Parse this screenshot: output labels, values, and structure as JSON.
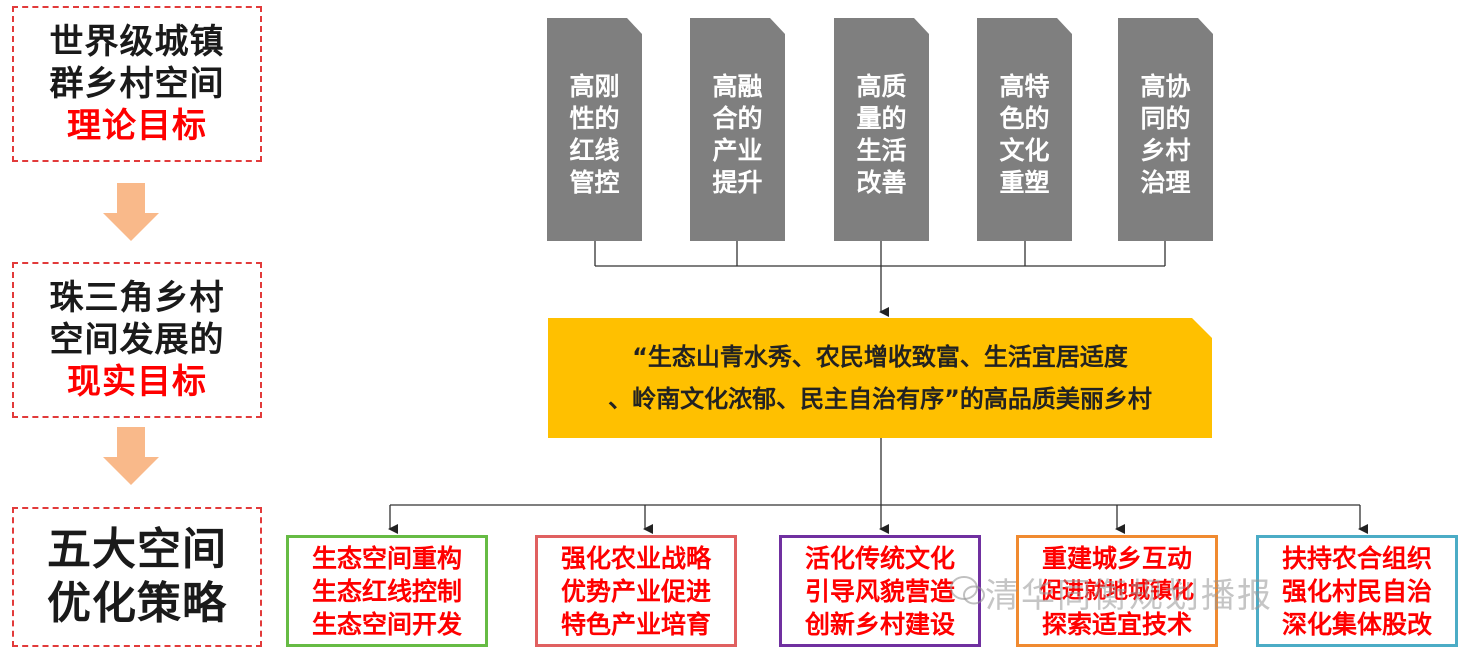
{
  "left_column": {
    "theory": {
      "line1": "世界级城镇",
      "line2": "群乡村空间",
      "emph": "理论目标"
    },
    "reality": {
      "line1": "珠三角乡村",
      "line2": "空间发展的",
      "emph": "现实目标"
    },
    "strategy": {
      "line1": "五大空间",
      "line2": "优化策略"
    }
  },
  "goals": [
    {
      "text": "高刚性的红线管控"
    },
    {
      "text": "高融合的产业提升"
    },
    {
      "text": "高质量的生活改善"
    },
    {
      "text": "高特色的文化重塑"
    },
    {
      "text": "高协同的乡村治理"
    }
  ],
  "banner": {
    "line1": "“生态山青水秀、农民增收致富、生活宜居适度",
    "line2": "、岭南文化浓郁、民主自治有序”的高品质美丽乡村"
  },
  "strategies": [
    {
      "color": "#66bb44",
      "lines": [
        "生态空间重构",
        "生态红线控制",
        "生态空间开发"
      ]
    },
    {
      "color": "#e06060",
      "lines": [
        "强化农业战略",
        "优势产业促进",
        "特色产业培育"
      ]
    },
    {
      "color": "#7030a0",
      "lines": [
        "活化传统文化",
        "引导风貌营造",
        "创新乡村建设"
      ]
    },
    {
      "color": "#f08a30",
      "lines": [
        "重建城乡互动",
        "促进就地城镇化",
        "探索适宜技术"
      ]
    },
    {
      "color": "#4bacc6",
      "lines": [
        "扶持农合组织",
        "强化村民自治",
        "深化集体股改"
      ]
    }
  ],
  "watermark": "清华同衡规划播报",
  "colors": {
    "arrow": "#f9b98a",
    "gray": "#7f7f7f",
    "yellow": "#ffc000",
    "red": "#ff0000"
  }
}
